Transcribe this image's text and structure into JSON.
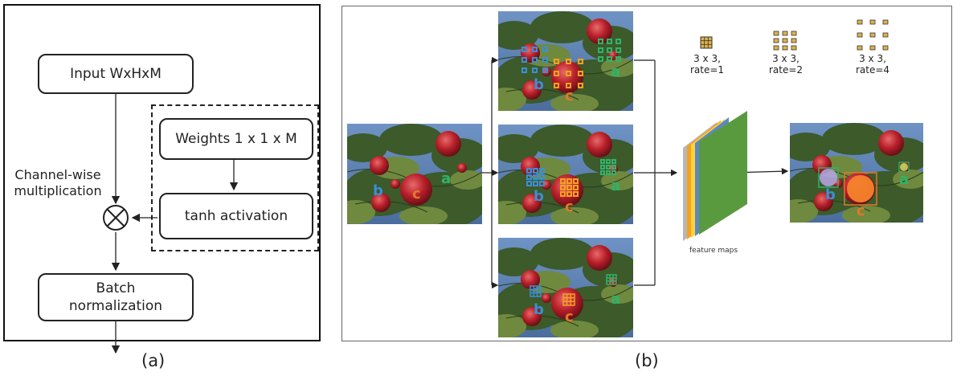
{
  "panel_a": {
    "input_label": "Input WxHxM",
    "weights_label": "Weights 1 x 1 x M",
    "tanh_label": "tanh activation",
    "batch_norm_label": "Batch\nnormalization",
    "channel_wise_label": "Channel-wise\nmultiplication",
    "caption": "(a)"
  },
  "panel_b": {
    "photo_labels": {
      "a": "a",
      "b": "b",
      "c": "c"
    },
    "kernels": [
      {
        "label": "3 x 3,\nrate=1"
      },
      {
        "label": "3 x 3,\nrate=2"
      },
      {
        "label": "3 x 3,\nrate=4"
      }
    ],
    "feature_maps_label": "feature maps",
    "caption": "(b)",
    "colors": {
      "layer_gray": "#b7b7b7",
      "layer_orange": "#f4a21f",
      "layer_yellow": "#ffd23a",
      "layer_blue": "#5b87c7",
      "layer_green": "#5a9a3f",
      "kernel": "#e0b14a",
      "label_a": "#2fb36a",
      "label_b": "#3a8fd8",
      "label_c": "#e0782a"
    }
  }
}
